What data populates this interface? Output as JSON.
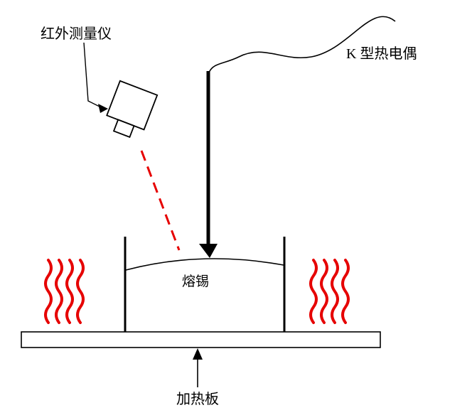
{
  "diagram": {
    "title": "solder-temperature-measurement-setup",
    "labels": {
      "infrared": "红外测量仪",
      "thermocouple": "K 型热电偶",
      "solder": "熔锡",
      "plate": "加热板"
    },
    "colors": {
      "heat": "#e60000",
      "laser": "#e60000",
      "line": "#000000",
      "background": "#ffffff"
    }
  }
}
